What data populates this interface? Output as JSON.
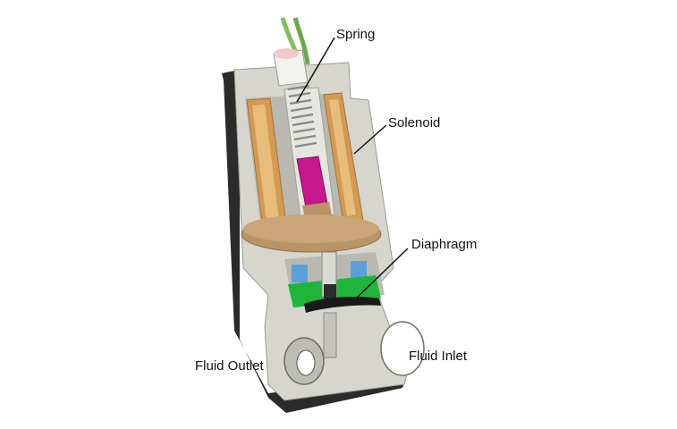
{
  "labels": {
    "spring": "Spring",
    "solenoid": "Solenoid",
    "diaphragm": "Diaphragm",
    "fluid_outlet": "Fluid Outlet",
    "fluid_inlet": "Fluid Inlet"
  },
  "colors": {
    "background": "#ffffff",
    "housing": "#d6d6ce",
    "housing_shadow": "#a9a9a1",
    "base_dark": "#2b2b2b",
    "coil": "#d29a52",
    "coil_highlight": "#e8bc7a",
    "plunger": "#c8168d",
    "brass": "#b99466",
    "spring_steel": "#888888",
    "wire": "#7fbf5a",
    "diaphragm_green": "#1fb53a",
    "blue_ring": "#5aa0d8",
    "diaphragm_black": "#1a1a1a"
  }
}
